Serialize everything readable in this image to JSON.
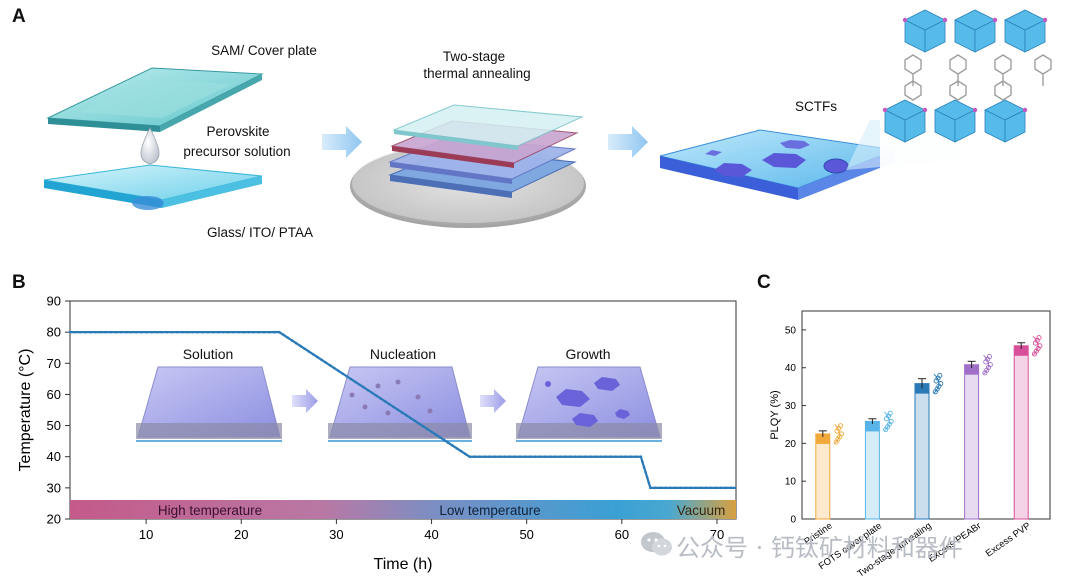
{
  "panel_a": {
    "letter": "A",
    "labels": {
      "sam_cover_plate": "SAM/ Cover plate",
      "precursor_line1": "Perovskite",
      "precursor_line2": "precursor solution",
      "glass_ito_ptaa": "Glass/ ITO/ PTAA",
      "annealing_line1": "Two-stage",
      "annealing_line2": "thermal annealing",
      "sctfs": "SCTFs"
    }
  },
  "panel_b": {
    "letter": "B",
    "stage_labels": [
      "Solution",
      "Nucleation",
      "Growth"
    ],
    "band_labels": [
      "High temperature",
      "Low temperature",
      "Vacuum"
    ]
  },
  "panel_c": {
    "letter": "C"
  },
  "chart_data": [
    {
      "type": "line",
      "xlabel": "Time (h)",
      "ylabel": "Temperature (°C)",
      "xlim": [
        2,
        72
      ],
      "ylim": [
        20,
        90
      ],
      "xticks": [
        "10",
        "20",
        "30",
        "40",
        "50",
        "60",
        "70"
      ],
      "yticks": [
        "20",
        "30",
        "40",
        "50",
        "60",
        "70",
        "80",
        "90"
      ],
      "x": [
        2,
        24,
        44,
        62,
        63,
        72
      ],
      "y": [
        80,
        80,
        40,
        40,
        30,
        30
      ],
      "color": "#2a7ab8"
    },
    {
      "type": "bar",
      "ylabel": "PLQY (%)",
      "ylim": [
        0,
        55
      ],
      "yticks": [
        "0",
        "10",
        "20",
        "30",
        "40",
        "50"
      ],
      "categories": [
        "Pristine",
        "FOTS cover plate",
        "Two-stage annealing",
        "Excess PEABr",
        "Excess PVP"
      ],
      "values": [
        22.5,
        25.8,
        35.8,
        40.8,
        45.8
      ],
      "errors": [
        0.8,
        0.7,
        1.3,
        0.9,
        0.8
      ],
      "colors": [
        "#f2a93b",
        "#58b4e8",
        "#2a7ab8",
        "#a070c8",
        "#d9509a"
      ]
    }
  ],
  "watermark": {
    "text": "公众号 · 钙钛矿材料和器件"
  }
}
